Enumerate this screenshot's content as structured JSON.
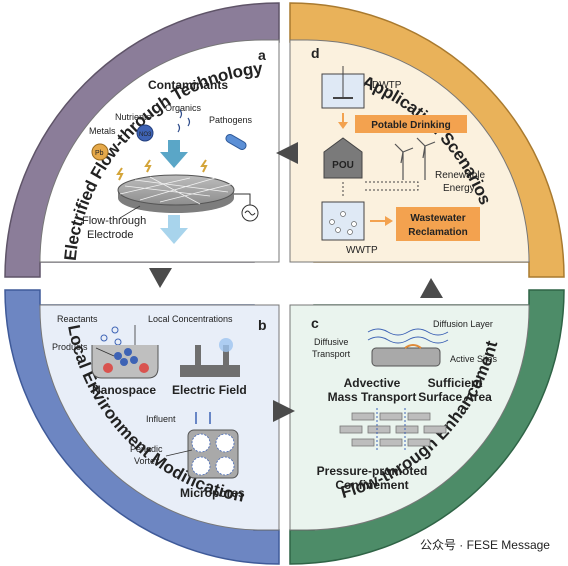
{
  "panels": {
    "a": {
      "title": "Electrified Flow-through Technology",
      "letter": "a",
      "contaminants": "Contaminants",
      "nutrients": "Nutrients",
      "organics": "Organics",
      "metals": "Metals",
      "pathogens": "Pathogens",
      "pb_label": "Pb",
      "no3_label": "NO3",
      "electrode_line1": "Flow-through",
      "electrode_line2": "Electrode"
    },
    "b": {
      "title": "Local Environment Modification",
      "letter": "b",
      "reactants": "Reactants",
      "local_conc": "Local Concentrations",
      "products": "Products",
      "nanospace": "Nanospace",
      "electric_field": "Electric Field",
      "influent": "Influent",
      "periodic": "Periodic",
      "vortex": "Vortex",
      "micropores": "Micropores"
    },
    "c": {
      "title": "Flow-through Enhancement",
      "letter": "c",
      "diffusive1": "Diffusive",
      "diffusive2": "Transport",
      "diffusion_layer": "Diffusion Layer",
      "active_sites": "Active Sites",
      "advective1": "Advective",
      "advective2": "Mass Transport",
      "sufficient1": "Sufficient",
      "sufficient2": "Surface Area",
      "pressure1": "Pressure-promoted",
      "pressure2": "Confinement"
    },
    "d": {
      "title": "Application Scenarios",
      "letter": "d",
      "dwtp": "DWTP",
      "potable": "Potable Drinking",
      "pou": "POU",
      "renewable1": "Renewable",
      "renewable2": "Energy",
      "wastewater1": "Wastewater",
      "wastewater2": "Reclamation",
      "wwtp": "WWTP"
    }
  },
  "watermark": "公众号 · FESE Message",
  "colors": {
    "purple": "#8b7d99",
    "blue": "#6d86c2",
    "green": "#4d8c68",
    "orange": "#e9b25a",
    "orange_fill": "#f3a24f",
    "arrow": "#4b4b4b"
  }
}
